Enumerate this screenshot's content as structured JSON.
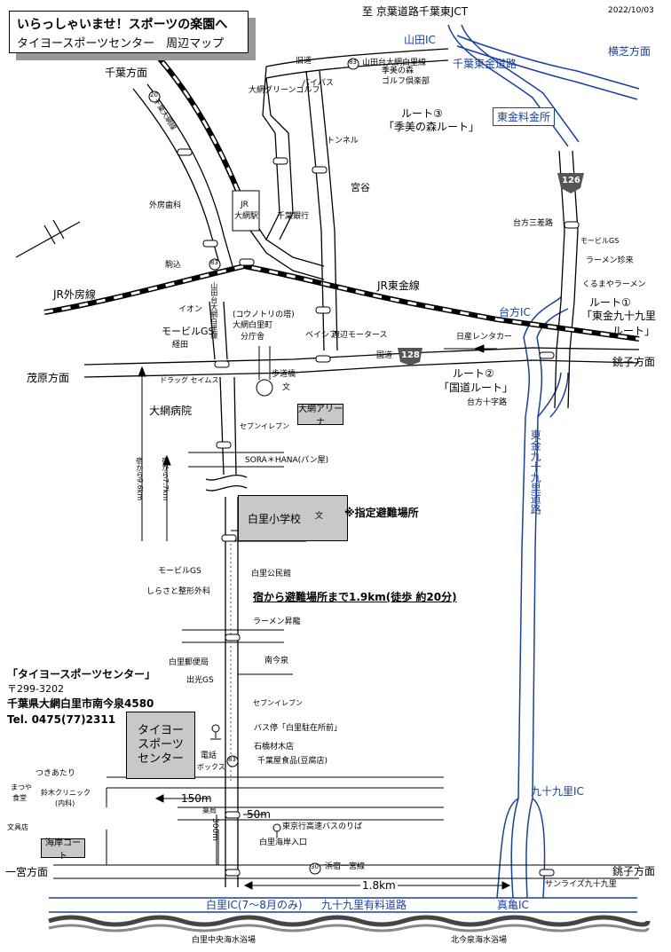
{
  "date": "2022/10/03",
  "title": {
    "line1": "いらっしゃいませ！スポーツの楽園へ",
    "line2": "タイヨースポーツセンター　周辺マップ"
  },
  "directions": {
    "keiyo_jct": "至 京葉道路千葉東JCT",
    "chiba": "千葉方面",
    "yokoshiba": "横芝方面",
    "mobara": "茂原方面",
    "choshi_1": "銚子方面",
    "choshi_2": "銚子方面",
    "ichinomiya": "一宮方面"
  },
  "highways": {
    "yamada_ic": "山田IC",
    "chiba_togane_road": "千葉東金道路",
    "togane_tollgate": "東金料金所",
    "togane_kujukuri_road": "東金九十九里道路",
    "kujukuri_ic": "九十九里IC",
    "shirasato_ic": "白里IC(7〜8月のみ)",
    "kujukuri_toll_road": "九十九里有料道路",
    "makame_ic": "真亀IC",
    "daibo_ic": "台方IC"
  },
  "routes": {
    "old_road": "旧道",
    "bypass": "バイパス",
    "tunnel": "トンネル",
    "route3_label": "ルート③",
    "route3_name": "「季美の森ルート」",
    "route1_label": "ルート①",
    "route1_name_a": "「東金九十九里",
    "route1_name_b": "ルート」",
    "route2_label": "ルート②",
    "route2_name": "「国道ルート」",
    "national_road": "国道",
    "kenro_oami": "山田台大網白里線",
    "chiba_oami": "千葉大網線",
    "mae_ichinomiya": "浜宿一宮線"
  },
  "rail": {
    "sotobo": "JR外房線",
    "togane": "JR東金線",
    "oami_station_a": "JR",
    "oami_station_b": "大網駅"
  },
  "shields": {
    "r126": "126",
    "r128": "128",
    "r83": "83",
    "r20": "20",
    "r30": "30"
  },
  "places": {
    "oami_golf": "大網グリーンゴルフ",
    "kimi_golf_a": "季美の森",
    "kimi_golf_b": "ゴルフ倶楽部",
    "miyaya": "宮谷",
    "sotobo_dental": "外房歯科",
    "chiba_bank": "千葉銀行",
    "komagome": "駒込",
    "aeon": "イオン",
    "mobil_gs": "モービルGS",
    "keita": "経田",
    "kounotori_a": "(コウノトリの塔)",
    "kounotori_b": "大網白里町",
    "kounotori_c": "分庁舎",
    "beisia": "ベイシア",
    "watanabe_motors": "渡辺モータース",
    "nissan_rent": "日産レンタカー",
    "daibo_sangabara": "台方三差路",
    "mobil_gs_2": "モービルGS",
    "ramen_chinjyu": "ラーメン珍来",
    "kurumaya": "くるまやラーメン",
    "daibo_crossing": "台方十字路",
    "pedestrian_bridge": "歩道橋",
    "drug_seims": "ドラッグ セイムス",
    "oami_hospital": "大網病院",
    "seven_1": "セブンイレブン",
    "oami_arena": "大網アリーナ",
    "sora_hana": "SORA＊HANA(パン屋)",
    "dist_9_6": "宿から9.6km",
    "dist_7_7": "宿から7.7km",
    "school": "白里小学校",
    "school_mark": "文",
    "evac_note": "※指定避難場所",
    "mobil_gs_3": "モービルGS",
    "shirasato_seikei": "しらさと整形外科",
    "shirasato_hall": "白里公民館",
    "evac_dist": "宿から避難場所まで1.9km(徒歩 約20分)",
    "ramen_shoryu": "ラーメン昇龍",
    "minamiimaizumi": "南今泉",
    "shirasato_post": "白里郵便局",
    "idemitsu_gs": "出光GS",
    "seven_2": "セブンイレブン",
    "bus_stop": "バス停「白里駐在所前」",
    "ishibashi": "石橋材木店",
    "phone_a": "電話",
    "phone_b": "ボックス",
    "chibaya": "千葉屋食品(豆腐店)",
    "tsukiatari": "つきあたり",
    "matsuya_a": "まつや",
    "matsuya_b": "食堂",
    "suzuki_clinic_a": "鈴木クリニック",
    "suzuki_clinic_b": "(内科)",
    "bunkei": "文具店",
    "kaigan_court": "海岸コート",
    "dist_150": "150m",
    "dist_50": "50m",
    "dist_300": "300m",
    "pharmacy": "薬局",
    "tokyo_bus": "東京行高速バスのりば",
    "shirasato_beach_entrance": "白里海岸入口",
    "dist_1_8": "1.8km",
    "sunrise": "サンライズ九十九里",
    "center_a": "タイヨー",
    "center_b": "スポーツ",
    "center_c": "センター",
    "beach_1": "白里中央海水浴場",
    "beach_2": "北今泉海水浴場"
  },
  "address": {
    "name": "「タイヨースポーツセンター」",
    "zip": "〒299-3202",
    "addr": "千葉県大網白里市南今泉4580",
    "tel": "Tel. 0475(77)2311"
  }
}
